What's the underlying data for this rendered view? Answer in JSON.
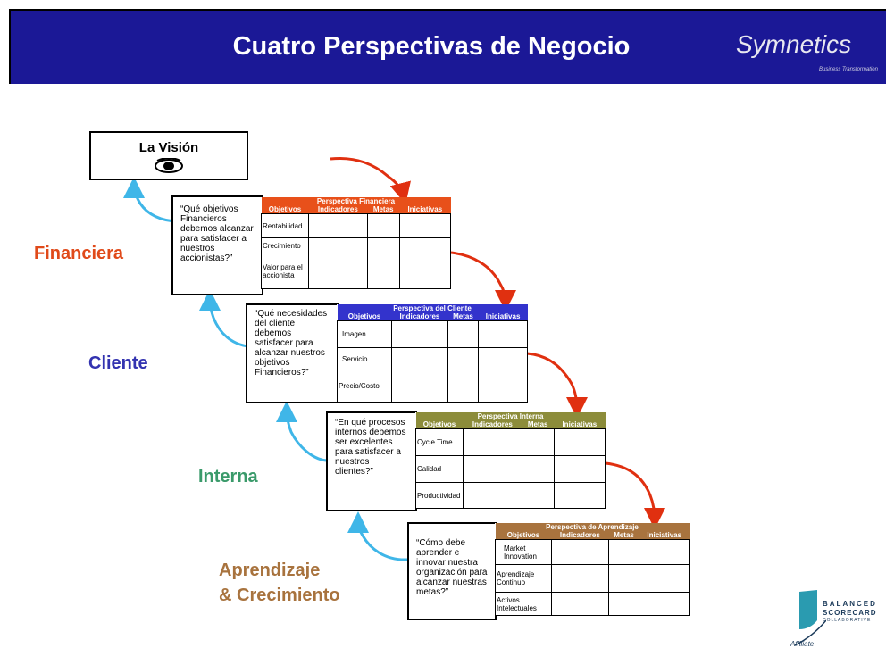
{
  "header": {
    "title": "Cuatro Perspectivas de Negocio",
    "logo": "Symnetics",
    "logo_tagline": "Business Transformation"
  },
  "vision": {
    "title": "La Visión"
  },
  "columns": [
    "Objetivos",
    "Indicadores",
    "Metas",
    "Iniciativas"
  ],
  "financiera": {
    "label": "Financiera",
    "question": "“Qué objetivos Financieros debemos alcanzar para satisfacer a nuestros accionistas?”",
    "table_title": "Perspectiva Financiera",
    "rows": [
      "Rentabilidad",
      "Crecimiento",
      "Valor para el accionista"
    ]
  },
  "cliente": {
    "label": "Cliente",
    "question": "“Qué necesidades del cliente debemos satisfacer para alcanzar nuestros objetivos Financieros?”",
    "table_title": "Perspectiva del Cliente",
    "rows": [
      "Imagen",
      "Servicio",
      "Precio/Costo"
    ]
  },
  "interna": {
    "label": "Interna",
    "question": "“En qué procesos internos debemos ser excelentes para satisfacer a nuestros clientes?”",
    "table_title": "Perspectiva Interna",
    "rows": [
      "Cycle Time",
      "Calidad",
      "Productividad"
    ]
  },
  "aprendizaje": {
    "label1": "Aprendizaje",
    "label2": "& Crecimiento",
    "question": "“Cómo debe aprender e innovar nuestra organización para alcanzar nuestras metas?”",
    "table_title": "Perspectiva de Aprendizaje",
    "rows": [
      "Market Innovation",
      "Aprendizaje Continuo",
      "Activos Intelectuales"
    ]
  },
  "bsc_logo": {
    "line1": "BALANCED",
    "line2": "SCORECARD",
    "line3": "COLLABORATIVE",
    "affiliate": "Affiliate"
  },
  "colors": {
    "banner": "#1b1896",
    "financiera": "#e8501a",
    "cliente": "#3333cc",
    "interna": "#8c8c3a",
    "aprendizaje": "#a8733e",
    "red_arrow": "#e03010",
    "blue_arrow": "#3fb6e8"
  }
}
